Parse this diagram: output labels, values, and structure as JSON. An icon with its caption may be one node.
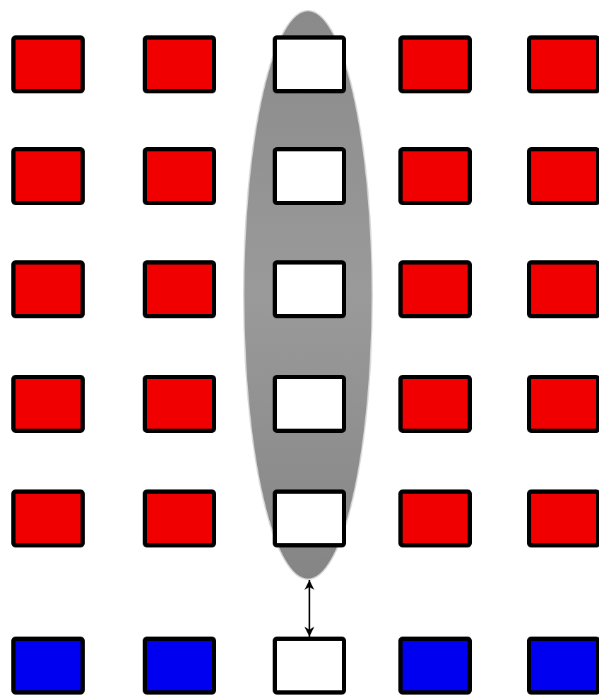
{
  "diagram": {
    "nodes": [
      {
        "text": [],
        "shape": "ellipse"
      },
      {
        "text": [],
        "shape": "box"
      },
      {
        "text": [],
        "shape": "box"
      },
      {
        "text": [],
        "shape": "box",
        "in": 0
      },
      {
        "text": [],
        "shape": "box"
      },
      {
        "text": [],
        "shape": "box"
      },
      {
        "text": [],
        "shape": "box"
      },
      {
        "text": [],
        "shape": "box"
      },
      {
        "text": [],
        "shape": "box",
        "in": 0
      },
      {
        "text": [],
        "shape": "box"
      },
      {
        "text": [],
        "shape": "box"
      },
      {
        "text": [],
        "shape": "box"
      },
      {
        "text": [],
        "shape": "box"
      },
      {
        "text": [],
        "shape": "box",
        "in": 0
      },
      {
        "text": [],
        "shape": "box"
      },
      {
        "text": [],
        "shape": "box"
      },
      {
        "text": [],
        "shape": "box"
      },
      {
        "text": [],
        "shape": "box"
      },
      {
        "text": [],
        "shape": "box",
        "in": 0
      },
      {
        "text": [],
        "shape": "box"
      },
      {
        "text": [],
        "shape": "box"
      },
      {
        "text": [],
        "shape": "box"
      },
      {
        "text": [],
        "shape": "box"
      },
      {
        "text": [],
        "shape": "box",
        "in": 0
      },
      {
        "text": [],
        "shape": "box"
      },
      {
        "text": [],
        "shape": "box"
      },
      {
        "text": [],
        "shape": "box"
      },
      {
        "text": [],
        "shape": "box"
      },
      {
        "text": [],
        "shape": "box"
      },
      {
        "text": [],
        "shape": "box"
      },
      {
        "text": [],
        "shape": "box"
      }
    ],
    "edges": [
      {
        "from": 0,
        "to": 28,
        "arrow": "both"
      }
    ]
  }
}
